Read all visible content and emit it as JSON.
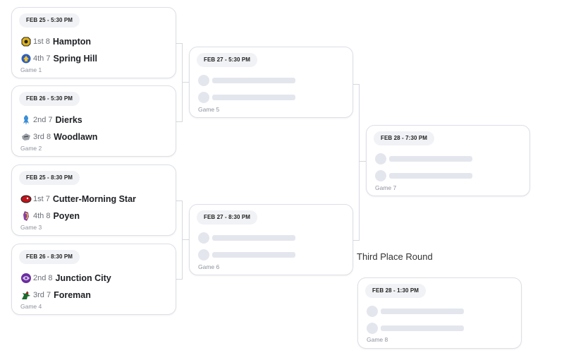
{
  "games": {
    "g1": {
      "date": "FEB 25 - 5:30 PM",
      "label": "Game 1",
      "top": {
        "seed": "1st 8",
        "name": "Hampton",
        "icon": "hampton-logo-icon"
      },
      "bottom": {
        "seed": "4th 7",
        "name": "Spring Hill",
        "icon": "spring-hill-logo-icon"
      }
    },
    "g2": {
      "date": "FEB 26 - 5:30 PM",
      "label": "Game 2",
      "top": {
        "seed": "2nd 7",
        "name": "Dierks",
        "icon": "dierks-logo-icon"
      },
      "bottom": {
        "seed": "3rd 8",
        "name": "Woodlawn",
        "icon": "woodlawn-logo-icon"
      }
    },
    "g3": {
      "date": "FEB 25 - 8:30 PM",
      "label": "Game 3",
      "top": {
        "seed": "1st 7",
        "name": "Cutter-Morning Star",
        "icon": "cutter-morning-star-logo-icon"
      },
      "bottom": {
        "seed": "4th 8",
        "name": "Poyen",
        "icon": "poyen-logo-icon"
      }
    },
    "g4": {
      "date": "FEB 26 - 8:30 PM",
      "label": "Game 4",
      "top": {
        "seed": "2nd 8",
        "name": "Junction City",
        "icon": "junction-city-logo-icon"
      },
      "bottom": {
        "seed": "3rd 7",
        "name": "Foreman",
        "icon": "foreman-logo-icon"
      }
    },
    "g5": {
      "date": "FEB 27 - 5:30 PM",
      "label": "Game 5"
    },
    "g6": {
      "date": "FEB 27 - 8:30 PM",
      "label": "Game 6"
    },
    "g7": {
      "date": "FEB 28 - 7:30 PM",
      "label": "Game 7"
    },
    "g8": {
      "date": "FEB 28 - 1:30 PM",
      "label": "Game 8"
    }
  },
  "third_place_title": "Third Place Round",
  "colors": {
    "card_border": "#dcdfe6",
    "pill_bg": "#f1f2f5",
    "placeholder": "#e4e6ee",
    "connector": "#d5d8de",
    "hampton": "#e0b31c",
    "spring_hill": "#2f5fb8",
    "dierks": "#3b8fd6",
    "woodlawn": "#9aa0a8",
    "cutter_morning_star": "#c0141c",
    "poyen": "#8a3fa0",
    "junction_city": "#6b2ea0",
    "foreman": "#1e6b2e"
  }
}
